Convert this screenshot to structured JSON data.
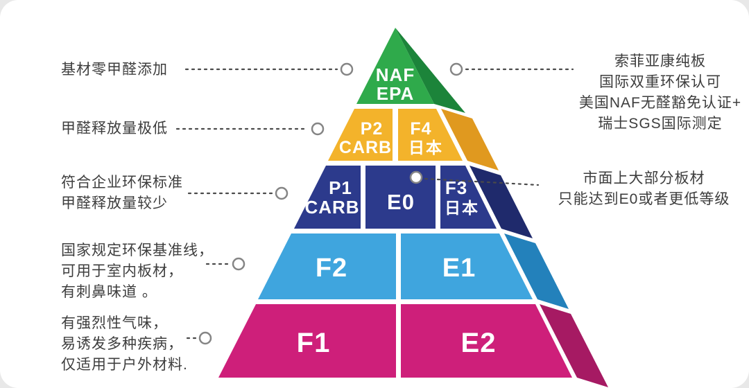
{
  "pyramid": {
    "tiers": [
      {
        "name": "naf",
        "front_color": "#2faa4b",
        "side_color": "#1c843a",
        "cells": [
          {
            "lines": [
              "NAF",
              "EPA"
            ]
          }
        ]
      },
      {
        "name": "p2-f4",
        "front_color": "#f3b32b",
        "side_color": "#e0991f",
        "cells": [
          {
            "lines": [
              "P2",
              "CARB"
            ]
          },
          {
            "lines": [
              "F4",
              "日本"
            ]
          }
        ]
      },
      {
        "name": "p1-e0-f3",
        "front_color": "#2c3a8c",
        "side_color": "#1f2a6c",
        "cells": [
          {
            "lines": [
              "P1",
              "CARB"
            ]
          },
          {
            "lines": [
              "E0"
            ]
          },
          {
            "lines": [
              "F3",
              "日本"
            ]
          }
        ]
      },
      {
        "name": "f2-e1",
        "front_color": "#3fa5de",
        "side_color": "#2381bb",
        "cells": [
          {
            "lines": [
              "F2"
            ]
          },
          {
            "lines": [
              "E1"
            ]
          }
        ]
      },
      {
        "name": "f1-e2",
        "front_color": "#ce1f7a",
        "side_color": "#a61a63",
        "cells": [
          {
            "lines": [
              "F1"
            ]
          },
          {
            "lines": [
              "E2"
            ]
          }
        ]
      }
    ]
  },
  "annotations": {
    "left": [
      {
        "text": "基材零甲醛添加"
      },
      {
        "text": "甲醛释放量极低"
      },
      {
        "text": "符合企业环保标准\n甲醛释放量较少"
      },
      {
        "text": "国家规定环保基准线，\n可用于室内板材，\n有刺鼻味道 。"
      },
      {
        "text": "有强烈性气味，\n易诱发多种疾病，\n仅适用于户外材料."
      }
    ],
    "right": [
      {
        "text": "索菲亚康纯板\n国际双重环保认可\n美国NAF无醛豁免认证+\n瑞士SGS国际测定"
      },
      {
        "text": "市面上大部分板材\n只能达到E0或者更低等级"
      }
    ]
  }
}
